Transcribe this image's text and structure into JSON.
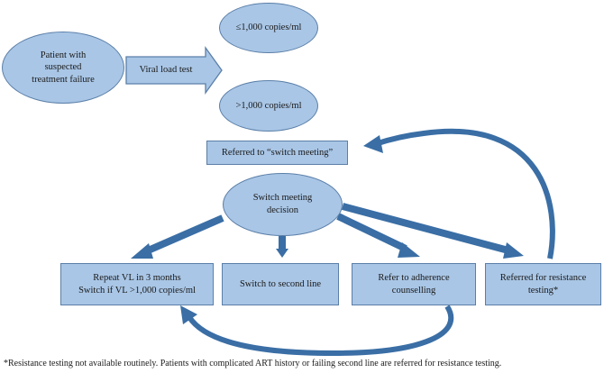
{
  "nodes": {
    "patient": "Patient with\nsuspected\ntreatment failure",
    "viral_load_test": "Viral load test",
    "low_vl": "≤1,000 copies/ml",
    "high_vl": ">1,000 copies/ml",
    "referred_switch": "Referred to “switch meeting”",
    "switch_decision": "Switch meeting\ndecision",
    "repeat_vl": "Repeat VL in 3 months\nSwitch if VL >1,000 copies/ml",
    "second_line": "Switch to second line",
    "adherence": "Refer to adherence\ncounselling",
    "resistance": "Referred for resistance\ntesting*"
  },
  "footnote": "*Resistance testing not available routinely. Patients with complicated ART history or failing second line are referred for resistance testing.",
  "colors": {
    "fill": "#a9c6e6",
    "stroke": "#5b7fa8",
    "arrow": "#3a6ea5"
  }
}
